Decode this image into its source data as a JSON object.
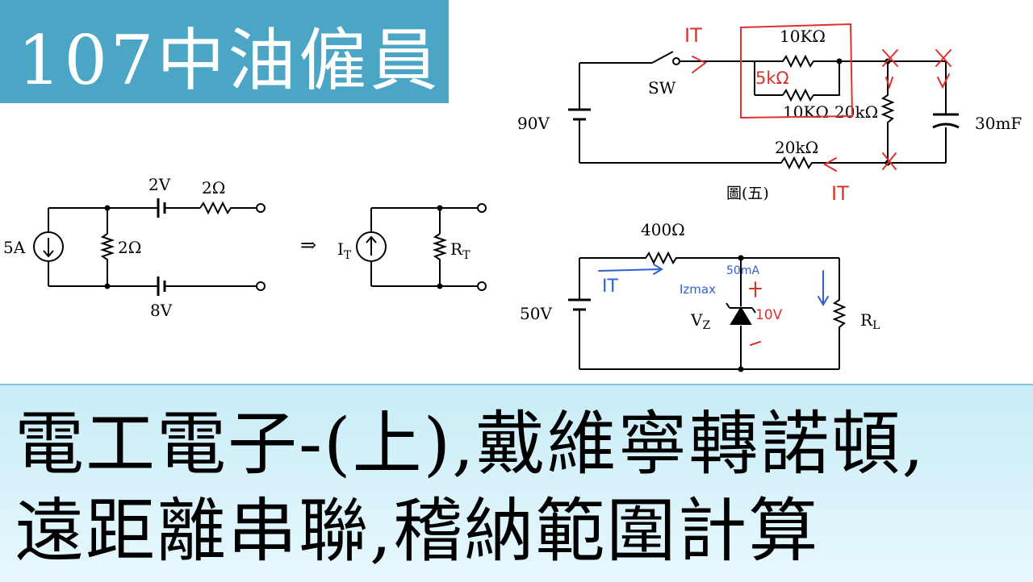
{
  "title": "107中油僱員",
  "footer": {
    "line1": "電工電子-(上),戴維寧轉諾頓,",
    "line2": "遠距離串聯,稽納範圍計算"
  },
  "diagram_left": {
    "source": "5A",
    "r_shunt": "2Ω",
    "v_top": "2V",
    "r_top": "2Ω",
    "v_bottom": "8V",
    "arrow": "⇒",
    "it": "I",
    "it_sub": "T",
    "rt": "R",
    "rt_sub": "T"
  },
  "diagram_five": {
    "battery": "90V",
    "switch": "SW",
    "r1": "10KΩ",
    "r2": "10KΩ",
    "r3": "20kΩ",
    "r4": "20kΩ",
    "cap": "30mF",
    "caption": "圖(五)"
  },
  "diagram_zener": {
    "battery": "50V",
    "r": "400Ω",
    "vz": "V",
    "vz_sub": "Z",
    "rl": "R",
    "rl_sub": "L"
  },
  "annotations": {
    "red_it_top": "IT",
    "red_it_bottom": "IT",
    "red_5k": "5kΩ",
    "red_10v": "10V",
    "blue_it": "IT",
    "blue_izmax": "Izmax",
    "blue_50ma": "50mA",
    "colors": {
      "red": "#e0302c",
      "blue": "#2f5fd6"
    }
  }
}
